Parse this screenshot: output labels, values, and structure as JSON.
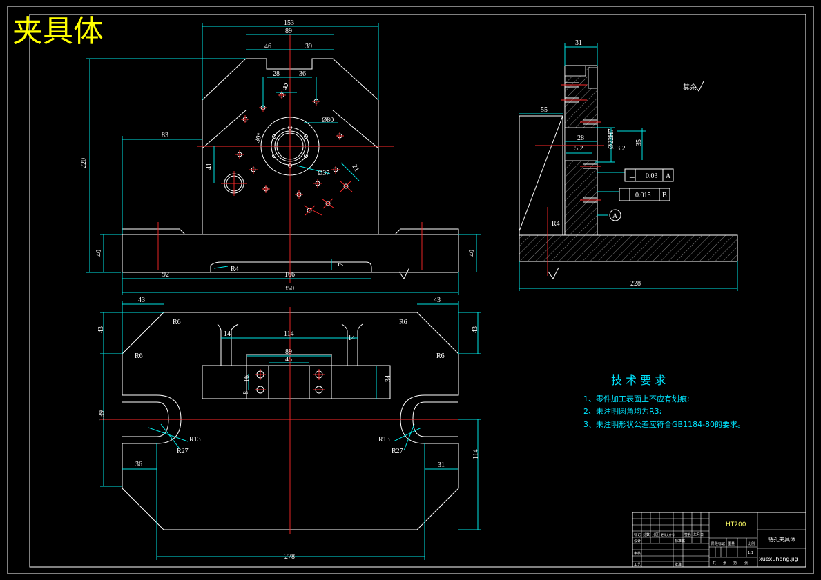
{
  "title": "夹具体",
  "views": {
    "front": {
      "dims": {
        "d153": "153",
        "d89": "89",
        "d46": "46",
        "d39": "39",
        "d28": "28",
        "d36": "36",
        "d9": "9",
        "phi80": "Ø80",
        "angle30": "30°",
        "d83": "83",
        "d220": "220",
        "d41": "41",
        "phi37": "Ø37",
        "d21": "21",
        "d40l": "40",
        "d40r": "40",
        "r4": "R4",
        "d7": "7",
        "d92": "92",
        "d166": "166",
        "d350": "350"
      }
    },
    "side": {
      "dims": {
        "d31": "31",
        "d55": "55",
        "d28": "28",
        "d5_2": "5.2",
        "phi22h7": "Ø22H7",
        "d3_2": "3.2",
        "d35": "35",
        "tol1": "0.03",
        "datum1": "A",
        "tol2": "0.015",
        "datum2": "B",
        "r4": "R4",
        "datumA": "A",
        "d228": "228"
      }
    },
    "top": {
      "dims": {
        "d43a": "43",
        "d43b": "43",
        "d43c": "43",
        "d43d": "43",
        "r6a": "R6",
        "r6b": "R6",
        "r6c": "R6",
        "r6d": "R6",
        "d14a": "14",
        "d114a": "114",
        "d14b": "14",
        "d89": "89",
        "d45": "45",
        "d16": "16",
        "d8": "8",
        "d34": "34",
        "d139": "139",
        "r13a": "R13",
        "r27a": "R27",
        "r13b": "R13",
        "r27b": "R27",
        "d36": "36",
        "d31": "31",
        "d114b": "114",
        "d278": "278"
      }
    }
  },
  "roughness_note": "其余",
  "tech_requirements": {
    "heading": "技 术 要 求",
    "items": [
      "1、零件加工表面上不应有划痕;",
      "2、未注明圆角均为R3;",
      "3、未注明形状公差应符合GB1184-80的要求。"
    ]
  },
  "title_block": {
    "material": "HT200",
    "part_name": "钻孔夹具体",
    "drawing_no": "xuexuhong.jig",
    "labels": {
      "l1": "标记",
      "l2": "处数",
      "l3": "分区",
      "l4": "更改文件号",
      "l5": "签名",
      "l6": "年月日",
      "l7": "设计",
      "l8": "标准化",
      "l9": "阶段标记",
      "l10": "重量",
      "l11": "比例",
      "l12": "审核",
      "l13": "工艺",
      "l14": "批准",
      "l15": "共",
      "l16": "张",
      "l17": "第",
      "l18": "张",
      "scale": "1:1"
    }
  },
  "colors": {
    "background": "#000000",
    "outline": "#ffffff",
    "dimension": "#00e5e5",
    "centerline": "#ff2a2a",
    "title": "#ffff00",
    "notes": "#00e5ff"
  }
}
